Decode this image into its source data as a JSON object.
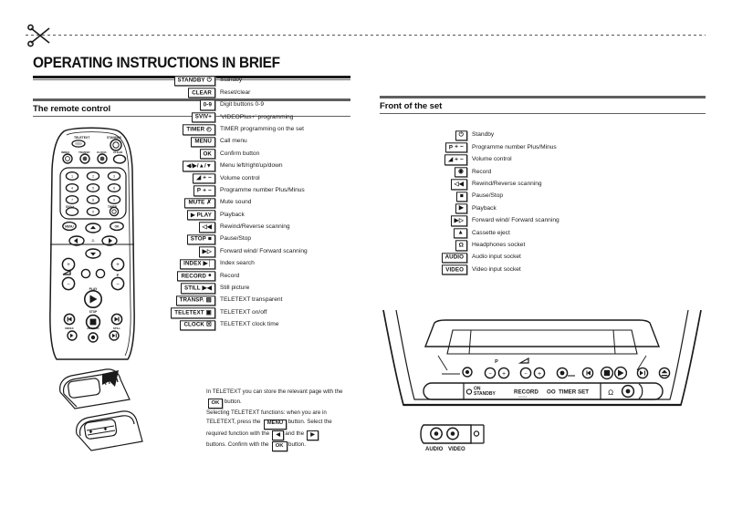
{
  "page": {
    "title": "OPERATING INSTRUCTIONS IN BRIEF",
    "cut_icon": "scissors-icon"
  },
  "sections": {
    "left": {
      "title": "The remote control"
    },
    "right": {
      "title": "Front of the set"
    }
  },
  "remote_legend": [
    {
      "key": "STANDBY",
      "glyph": "⏻",
      "desc": "Standby"
    },
    {
      "key": "CLEAR",
      "glyph": "",
      "desc": "Reset/clear"
    },
    {
      "key": "0-9",
      "glyph": "",
      "desc": "Digit buttons 0-9"
    },
    {
      "key": "SVIV+",
      "glyph": "",
      "desc": "'VIDEOPlus+' programming"
    },
    {
      "key": "TIMER",
      "glyph": "◴",
      "desc": "TIMER programming on the set"
    },
    {
      "key": "MENU",
      "glyph": "",
      "desc": "Call menu"
    },
    {
      "key": "OK",
      "glyph": "",
      "desc": "Confirm button"
    },
    {
      "key": "◀/▶/▲/▼",
      "glyph": "",
      "desc": "Menu left/right/up/down"
    },
    {
      "key": "",
      "glyph": "◢ + −",
      "desc": "Volume control"
    },
    {
      "key": "P",
      "glyph": "+ −",
      "desc": "Programme number Plus/Minus"
    },
    {
      "key": "MUTE",
      "glyph": "✗",
      "desc": "Mute sound"
    },
    {
      "key": "▶ PLAY",
      "glyph": "",
      "desc": "Playback"
    },
    {
      "key": "",
      "glyph": "◁◀",
      "desc": "Rewind/Reverse scanning"
    },
    {
      "key": "STOP",
      "glyph": "■",
      "desc": "Pause/Stop"
    },
    {
      "key": "",
      "glyph": "▶▷",
      "desc": "Forward wind/ Forward scanning"
    },
    {
      "key": "INDEX",
      "glyph": "▶│",
      "desc": "Index search"
    },
    {
      "key": "RECORD",
      "glyph": "●",
      "desc": "Record"
    },
    {
      "key": "STILL",
      "glyph": "▶◀",
      "desc": "Still picture"
    },
    {
      "key": "TRANSP.",
      "glyph": "▨",
      "desc": "TELETEXT transparent"
    },
    {
      "key": "TELETEXT",
      "glyph": "▣",
      "desc": "TELETEXT on/off"
    },
    {
      "key": "CLOCK",
      "glyph": "☒",
      "desc": "TELETEXT clock time"
    }
  ],
  "set_legend": [
    {
      "key": "",
      "glyph": "⏻",
      "desc": "Standby"
    },
    {
      "key": "P",
      "glyph": "+ −",
      "desc": "Programme number Plus/Minus"
    },
    {
      "key": "",
      "glyph": "◢ + −",
      "desc": "Volume control"
    },
    {
      "key": "",
      "glyph": "◉",
      "desc": "Record"
    },
    {
      "key": "",
      "glyph": "◁◀",
      "desc": "Rewind/Reverse scanning"
    },
    {
      "key": "",
      "glyph": "■",
      "desc": "Pause/Stop"
    },
    {
      "key": "",
      "glyph": "▶",
      "desc": "Playback"
    },
    {
      "key": "",
      "glyph": "▶▷",
      "desc": "Forward wind/ Forward scanning"
    },
    {
      "key": "",
      "glyph": "▲",
      "desc": "Cassette eject"
    },
    {
      "key": "",
      "glyph": "Ω",
      "desc": "Headphones socket"
    },
    {
      "key": "AUDIO",
      "glyph": "",
      "desc": "Audio input socket"
    },
    {
      "key": "VIDEO",
      "glyph": "",
      "desc": "Video input socket"
    }
  ],
  "note": {
    "line1_a": "In TELETEXT you can store the relevant page with the",
    "key_ok1": "OK",
    "line1_b": "button.",
    "line2": "Selecting TELETEXT functions: when you are in",
    "line3_a": "TELETEXT, press the",
    "key_menu": "MENU",
    "line3_b": "button. Select the",
    "line4_a": "required function with the",
    "key_left": "◀",
    "line4_b": "and the",
    "key_right": "▶",
    "line4_c": "buttons.",
    "line5_a": "Confirm with the",
    "key_ok2": "OK",
    "line5_b": "button."
  },
  "remote_drawing": {
    "label_teletext": "TELETEXT",
    "label_standby": "STANDBY",
    "label_index": "INDEX",
    "label_transp": "TRANSP.",
    "label_clock": "CLOCK",
    "label_clear": "CLEAR",
    "label_svv": "SV/V+",
    "label_timer": "TIMER",
    "label_menu": "MENU",
    "label_ok": "OK",
    "label_p": "P",
    "label_play": "PLAY",
    "label_stop": "STOP",
    "label_index2": "INDEX",
    "label_record": "RECORD",
    "label_still": "STILL",
    "digits": [
      "1",
      "2",
      "3",
      "4",
      "5",
      "6",
      "7",
      "8",
      "9",
      "0"
    ]
  },
  "set_drawing": {
    "on_standby": "ON\nSTANDBY",
    "on_label": "ON",
    "standby_label": "STANDBY",
    "record_label": "RECORD",
    "timer_set_label": "TIMER SET",
    "oo_label": "OO",
    "av_audio": "AUDIO",
    "av_video": "VIDEO",
    "p_label": "P"
  },
  "colors": {
    "ink": "#1a1a1a",
    "rule": "#5f5f5f",
    "paper": "#ffffff",
    "shadow": "#8c8c8c"
  }
}
